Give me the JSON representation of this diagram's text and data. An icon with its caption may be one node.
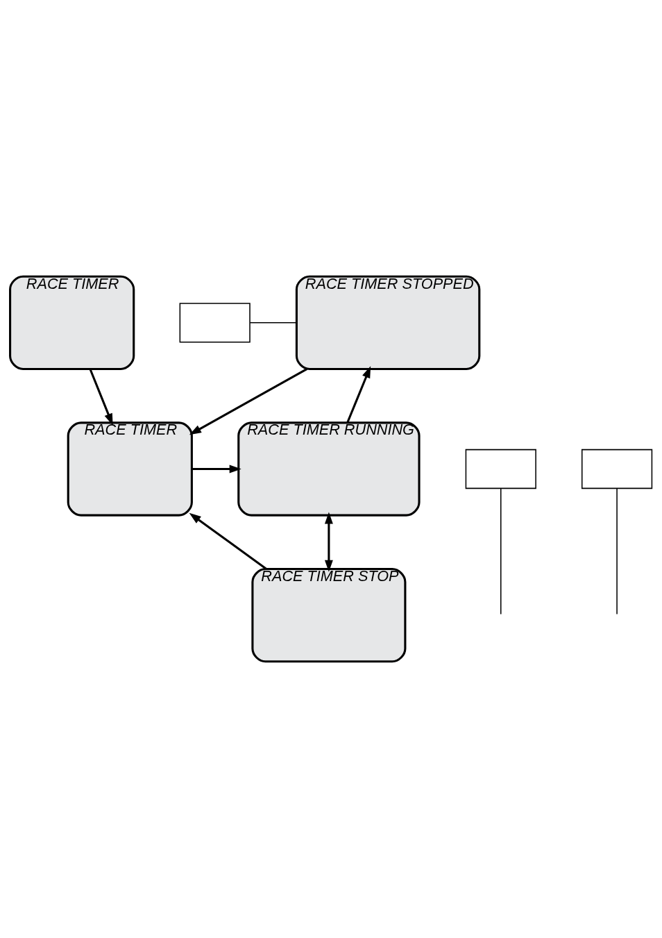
{
  "diagram": {
    "nodes": [
      {
        "text": [
          "RACE TIMER"
        ]
      },
      {
        "text": [
          "RACE TIMER STOPPED"
        ]
      },
      {
        "text": [],
        "shape": "box"
      },
      {
        "text": [],
        "shape": "box"
      },
      {
        "text": [
          "RACE TIMER"
        ]
      },
      {
        "text": [
          "RACE TIMER RUNNING"
        ]
      },
      {
        "text": [],
        "shape": "box"
      },
      {
        "text": [
          "RACE TIMER STOP"
        ]
      }
    ],
    "edges": [
      {
        "from": 0,
        "to": 4,
        "arrow": "to"
      },
      {
        "from": 1,
        "to": 4,
        "arrow": "to"
      },
      {
        "from": 4,
        "to": 5,
        "arrow": "to"
      },
      {
        "from": 5,
        "to": 1,
        "arrow": "to"
      },
      {
        "from": 5,
        "to": 7,
        "arrow": "both"
      },
      {
        "from": 7,
        "to": 4,
        "arrow": "to"
      },
      {
        "from": 2,
        "to": 1,
        "arrow": "none"
      },
      {
        "from": 3,
        "to": null,
        "arrow": "none"
      },
      {
        "from": 6,
        "to": null,
        "arrow": "none"
      }
    ]
  }
}
